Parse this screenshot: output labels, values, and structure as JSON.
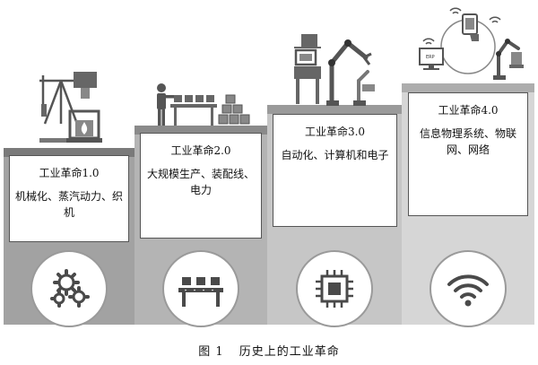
{
  "caption": {
    "figure_no": "图 1",
    "text": "历史上的工业革命"
  },
  "stages": [
    {
      "title": "工业革命1.0",
      "description": "机械化、蒸汽动力、织机",
      "illustration": "oil-pump-furnace",
      "icon": "gears-icon"
    },
    {
      "title": "工业革命2.0",
      "description": "大规模生产、装配线、电力",
      "illustration": "worker-assembly-line",
      "icon": "conveyor-icon"
    },
    {
      "title": "工业革命3.0",
      "description": "自动化、计算机和电子",
      "illustration": "robot-arm-computer",
      "icon": "chip-icon"
    },
    {
      "title": "工业革命4.0",
      "description": "信息物理系统、物联网、网络",
      "illustration": "connected-erp-robot",
      "icon": "wifi-icon"
    }
  ],
  "erp_label": "ERP",
  "colors": {
    "band_dark": "#7a7a7a",
    "band_light": "#d6d6d6",
    "icon": "#4a4a4a"
  }
}
